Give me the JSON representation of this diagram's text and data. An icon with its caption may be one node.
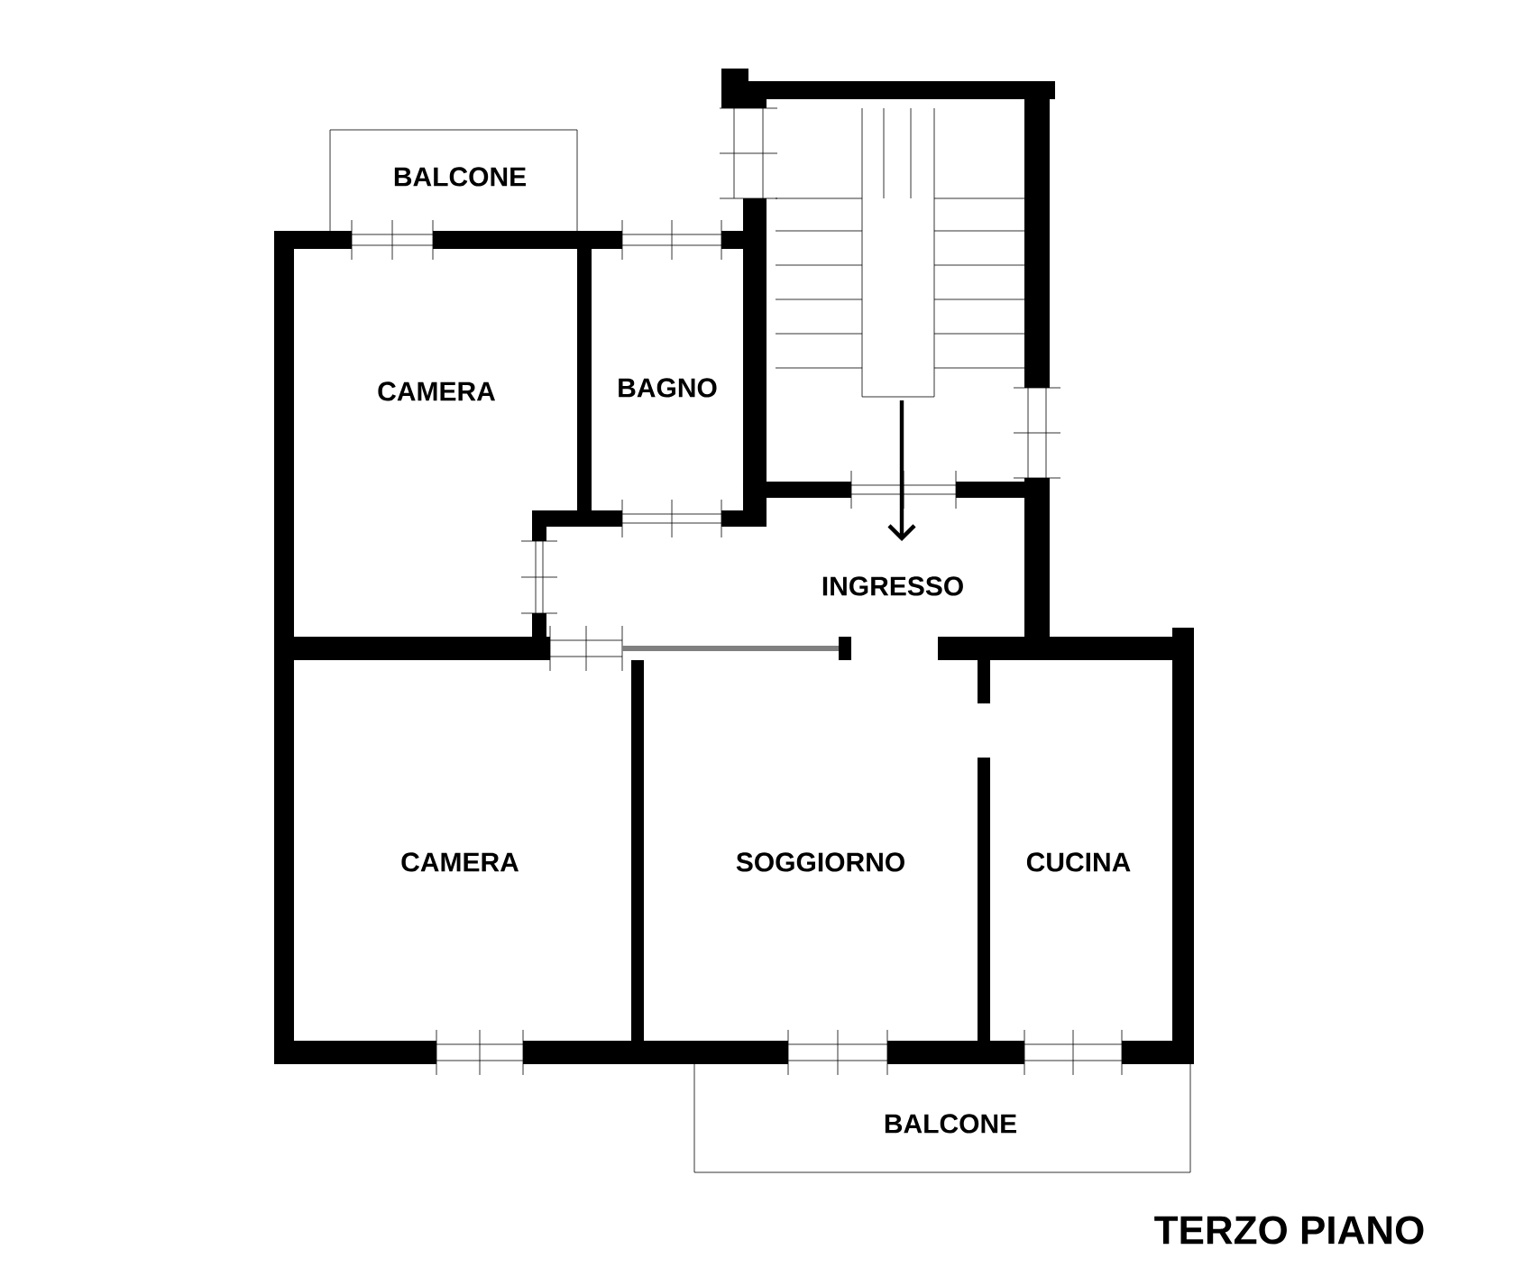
{
  "diagram": {
    "title": "TERZO PIANO",
    "labels": [
      "BALCONE",
      "CAMERA",
      "BAGNO",
      "INGRESSO",
      "CAMERA",
      "SOGGIORNO",
      "CUCINA",
      "BALCONE"
    ]
  }
}
